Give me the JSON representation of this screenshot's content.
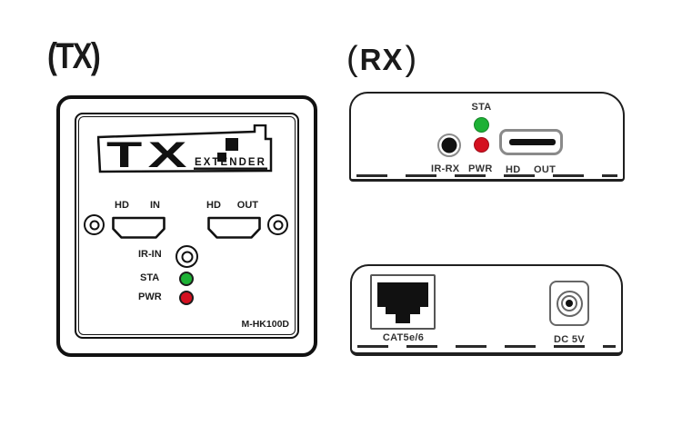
{
  "tx": {
    "heading": "(TX)",
    "logo": {
      "brand": "TX",
      "word": "EXTENDER"
    },
    "hd_in": {
      "hd": "HD",
      "dir": "IN"
    },
    "hd_out": {
      "hd": "HD",
      "dir": "OUT"
    },
    "ir": "IR-IN",
    "sta": "STA",
    "pwr": "PWR",
    "model": "M-HK100D"
  },
  "rx": {
    "heading": {
      "open": "(",
      "text": "RX",
      "close": ")"
    },
    "front": {
      "sta": "STA",
      "ir": "IR-RX",
      "pwr": "PWR",
      "hd": "HD",
      "out": "OUT"
    },
    "rear": {
      "cat": "CAT5e/6",
      "dc": "DC 5V"
    }
  },
  "colors": {
    "led_green": "#1db135",
    "led_red": "#d41020",
    "line_black": "#111111",
    "line_gray": "#8a8a8a"
  }
}
